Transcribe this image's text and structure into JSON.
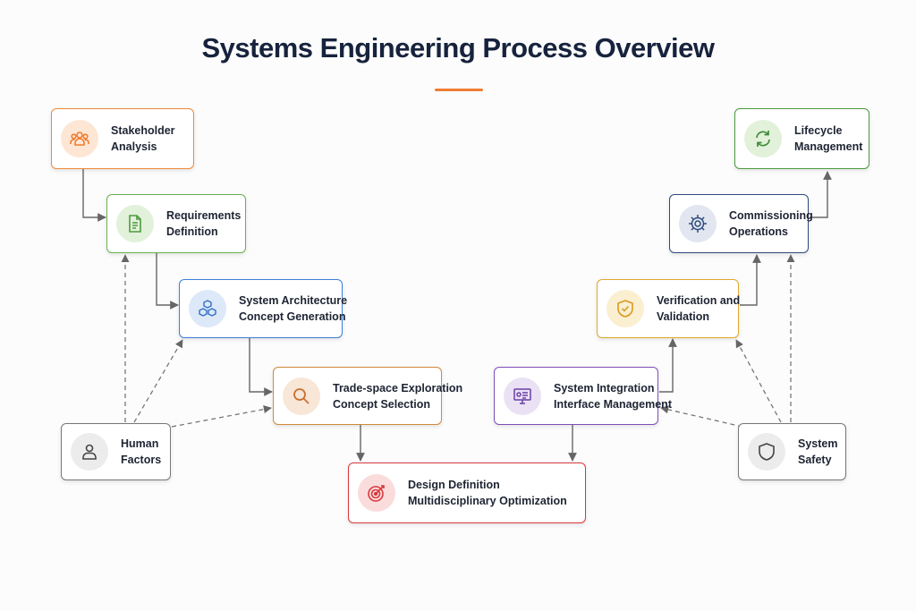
{
  "title": "Systems Engineering Process Overview",
  "accent_color": "#ef7d32",
  "nodes": {
    "stakeholder": {
      "line1": "Stakeholder",
      "line2": "Analysis",
      "icon": "people-group-icon",
      "color": "#ef8a3c"
    },
    "requirements": {
      "line1": "Requirements",
      "line2": "Definition",
      "icon": "document-icon",
      "color": "#6ab04c"
    },
    "architecture": {
      "line1": "System Architecture",
      "line2": "Concept Generation",
      "icon": "cubes-icon",
      "color": "#3d7fd9"
    },
    "tradespace": {
      "line1": "Trade-space Exploration",
      "line2": "Concept Selection",
      "icon": "magnifier-icon",
      "color": "#d08a3c"
    },
    "design": {
      "line1": "Design Definition",
      "line2": "Multidisciplinary Optimization",
      "icon": "target-icon",
      "color": "#d9383c"
    },
    "integration": {
      "line1": "System Integration",
      "line2": "Interface Management",
      "icon": "monitor-icon",
      "color": "#7d4fb8"
    },
    "verification": {
      "line1": "Verification and",
      "line2": "Validation",
      "icon": "shield-check-icon",
      "color": "#e0a82e"
    },
    "commissioning": {
      "line1": "Commissioning",
      "line2": "Operations",
      "icon": "gear-icon",
      "color": "#2f4a7d"
    },
    "lifecycle": {
      "line1": "Lifecycle",
      "line2": "Management",
      "icon": "cycle-arrows-icon",
      "color": "#4c9a3f"
    },
    "human": {
      "line1": "Human",
      "line2": "Factors",
      "icon": "person-icon",
      "color": "#555555"
    },
    "safety": {
      "line1": "System",
      "line2": "Safety",
      "icon": "shield-icon",
      "color": "#555555"
    }
  }
}
